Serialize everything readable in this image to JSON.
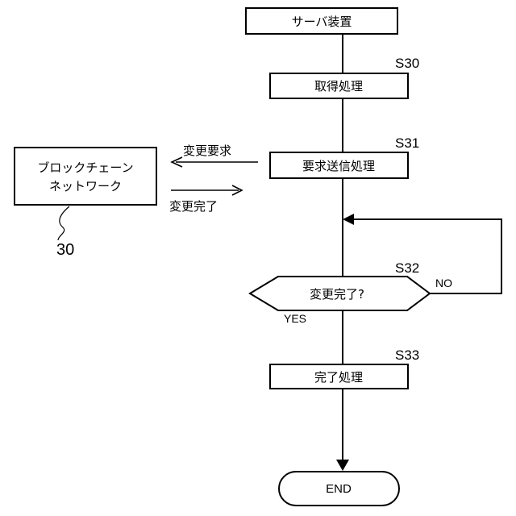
{
  "flowchart": {
    "header": "サーバ装置",
    "steps": [
      {
        "id": "S30",
        "label": "取得処理"
      },
      {
        "id": "S31",
        "label": "要求送信処理"
      },
      {
        "id": "S32",
        "label": "変更完了?"
      },
      {
        "id": "S33",
        "label": "完了処理"
      }
    ],
    "decision": {
      "yes_label": "YES",
      "no_label": "NO"
    },
    "terminal": "END"
  },
  "external": {
    "label_line1": "ブロックチェーン",
    "label_line2": "ネットワーク",
    "reference_numeral": "30"
  },
  "messages": {
    "request": "変更要求",
    "response": "変更完了"
  }
}
